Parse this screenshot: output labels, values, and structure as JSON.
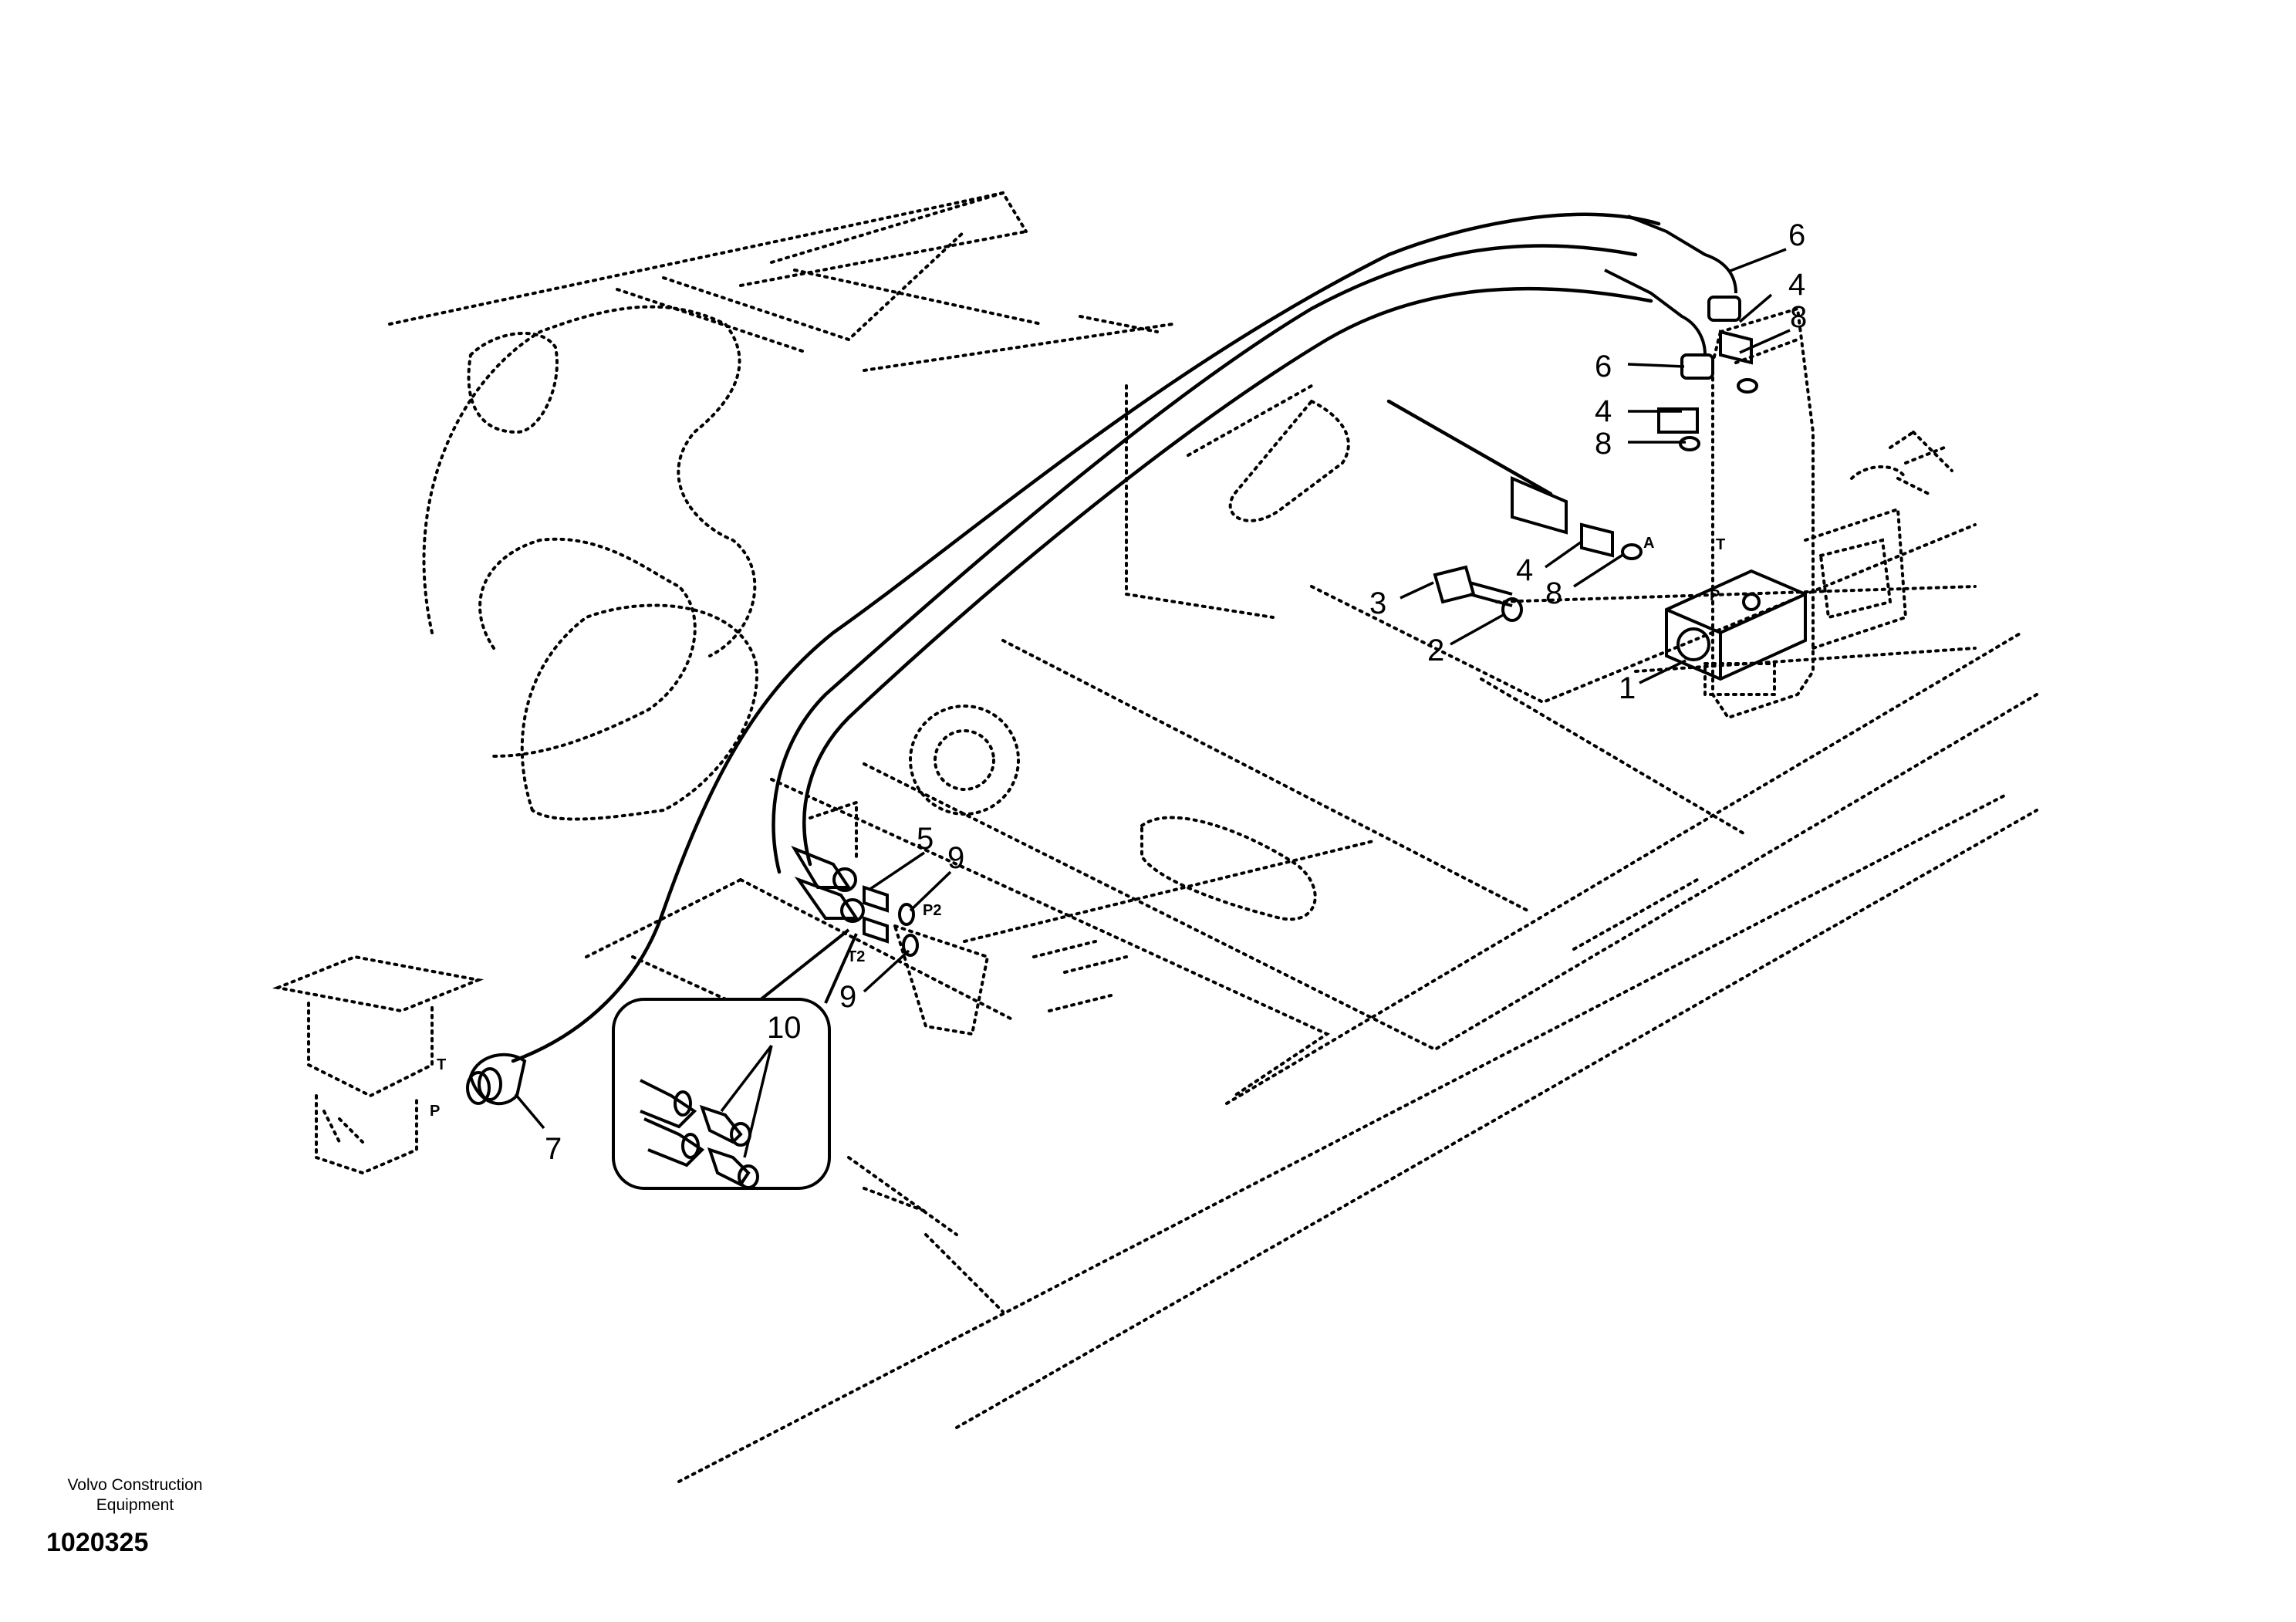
{
  "footer": {
    "company_line1": "Volvo Construction",
    "company_line2": "Equipment",
    "drawing_number": "1020325"
  },
  "callouts": {
    "c1": "1",
    "c2": "2",
    "c3": "3",
    "c4a": "4",
    "c4b": "4",
    "c4c": "4",
    "c5": "5",
    "c6a": "6",
    "c6b": "6",
    "c7": "7",
    "c8a": "8",
    "c8b": "8",
    "c8c": "8",
    "c9a": "9",
    "c9b": "9",
    "c10": "10"
  },
  "ports": {
    "t_valve": "T",
    "a_port": "A",
    "p_valve": "P",
    "p2": "P2",
    "t2": "T2",
    "t_pedal": "T",
    "p_pedal": "P"
  }
}
